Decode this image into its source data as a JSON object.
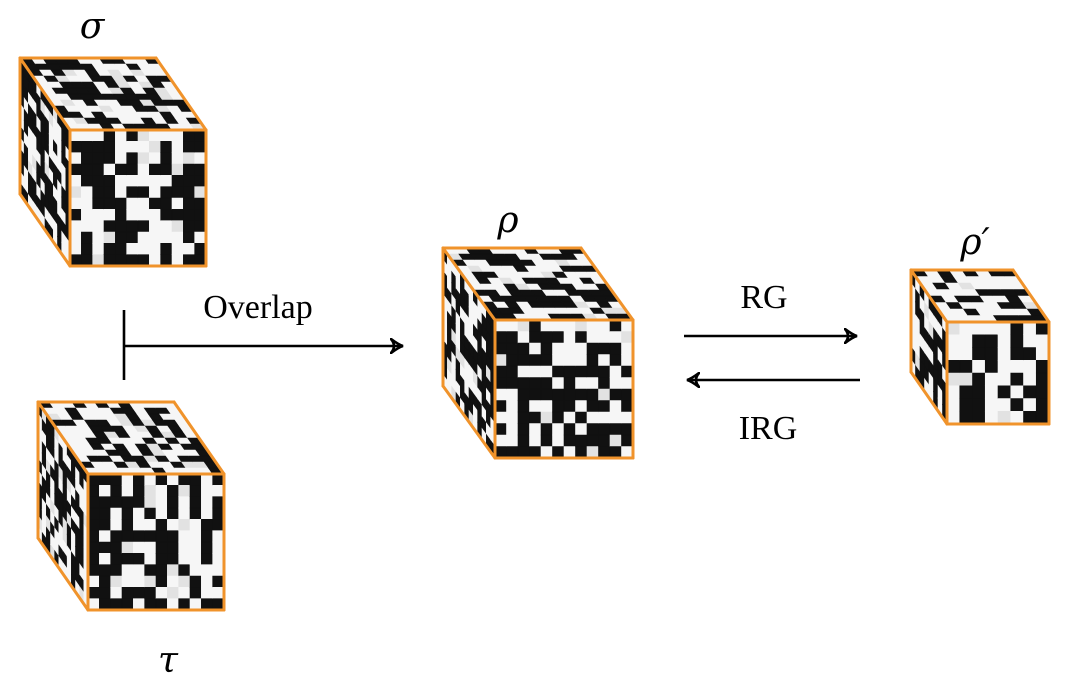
{
  "diagram": {
    "labels": {
      "sigma": "σ",
      "tau": "τ",
      "rho": "ρ",
      "rho_prime": "ρ′",
      "overlap": "Overlap",
      "rg": "RG",
      "irg": "IRG"
    },
    "colors": {
      "edge": "#f0932b",
      "dark_cell": "#111111",
      "light_cell": "#f6f6f6",
      "arrow": "#000000"
    },
    "cubes": [
      {
        "id": "sigma-cube",
        "lattice_size": 12,
        "seed": 11
      },
      {
        "id": "tau-cube",
        "lattice_size": 12,
        "seed": 29
      },
      {
        "id": "rho-cube",
        "lattice_size": 12,
        "seed": 47
      },
      {
        "id": "rho-prime-cube",
        "lattice_size": 8,
        "seed": 83
      }
    ]
  }
}
